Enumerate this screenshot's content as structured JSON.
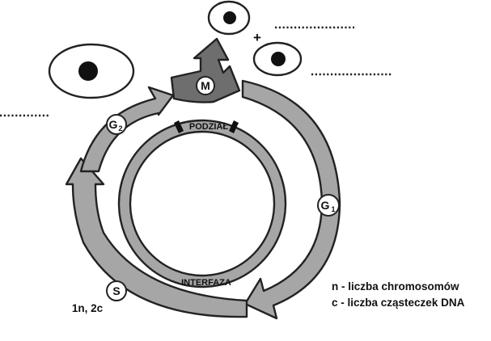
{
  "diagram": {
    "inner_ring": {
      "division_label": "PODZIAŁ",
      "interphase_label": "INTERFAZA"
    },
    "phases": {
      "m": "M",
      "g1": "G",
      "g1_sub": "1",
      "g2": "G",
      "g2_sub": "2",
      "s": "S"
    },
    "plus_sign": "+",
    "s_phase_formula": "1n, 2c",
    "legend": {
      "n_line": "n - liczba chromosomów",
      "c_line": "c - liczba cząsteczek DNA"
    },
    "colors": {
      "arrow_fill": "#a6a6a6",
      "m_arrow_fill": "#6e6e6e",
      "ring_fill": "#a6a6a6",
      "outline": "#222222",
      "nucleus": "#111111"
    }
  }
}
